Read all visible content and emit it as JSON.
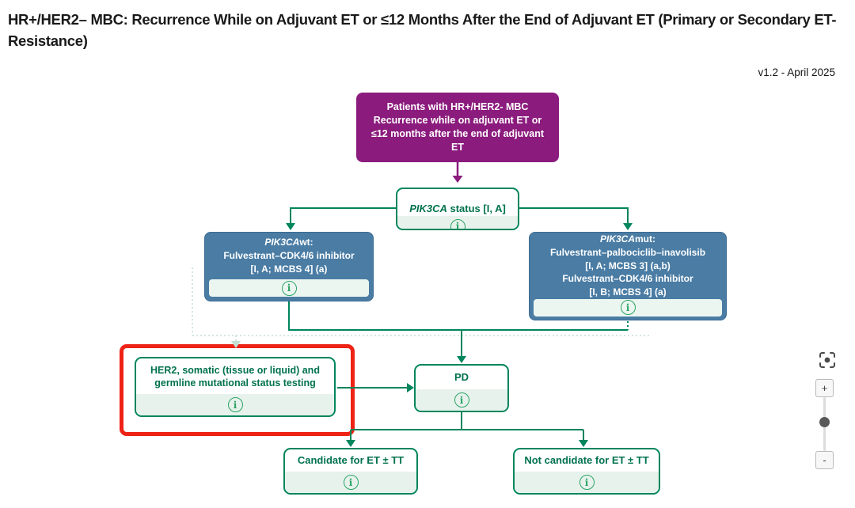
{
  "colors": {
    "purple": "#8B1B7D",
    "blue_fill": "#4A7CA4",
    "blue_border": "#3C6B92",
    "green": "#00855C",
    "green_text": "#00714E",
    "green_icon": "#2AA465",
    "green_pale": "#C2E2D4",
    "strip_green": "#E7F2EC",
    "strip_blue": "#ECF6F0",
    "red": "#EE2316"
  },
  "header": {
    "title": "HR+/HER2– MBC: Recurrence While on Adjuvant ET or ≤12 Months After the End of Adjuvant ET (Primary or Secondary ET-Resistance)",
    "version": "v1.2 - April 2025"
  },
  "nodes": {
    "patients": {
      "text": "Patients with HR+/HER2- MBC\nRecurrence while on adjuvant ET or\n≤12 months after the end of adjuvant\nET"
    },
    "pik3ca_status": {
      "gene": "PIK3CA",
      "rest": " status [I, A]"
    },
    "pik3ca_wt": {
      "gene": "PIK3CA",
      "gene_suffix": "wt:",
      "line2": "Fulvestrant–CDK4/6 inhibitor",
      "line3": "[I, A; MCBS 4] (a)"
    },
    "pik3ca_mut": {
      "gene": "PIK3CA",
      "gene_suffix": "mut:",
      "line2": "Fulvestrant–palbociclib–inavolisib",
      "line3": "[I, A; MCBS 3] (a,b)",
      "line4": "Fulvestrant–CDK4/6 inhibitor",
      "line5": "[I, B; MCBS 4] (a)"
    },
    "her2_testing": {
      "text": "HER2, somatic (tissue or liquid) and\ngermline mutational status testing"
    },
    "pd": {
      "text": "PD"
    },
    "candidate": {
      "text": "Candidate for ET ± TT"
    },
    "not_candidate": {
      "text": "Not candidate for ET ± TT"
    }
  },
  "icons": {
    "info": "i"
  },
  "controls": {
    "zoom_in": "+",
    "zoom_out": "-"
  }
}
